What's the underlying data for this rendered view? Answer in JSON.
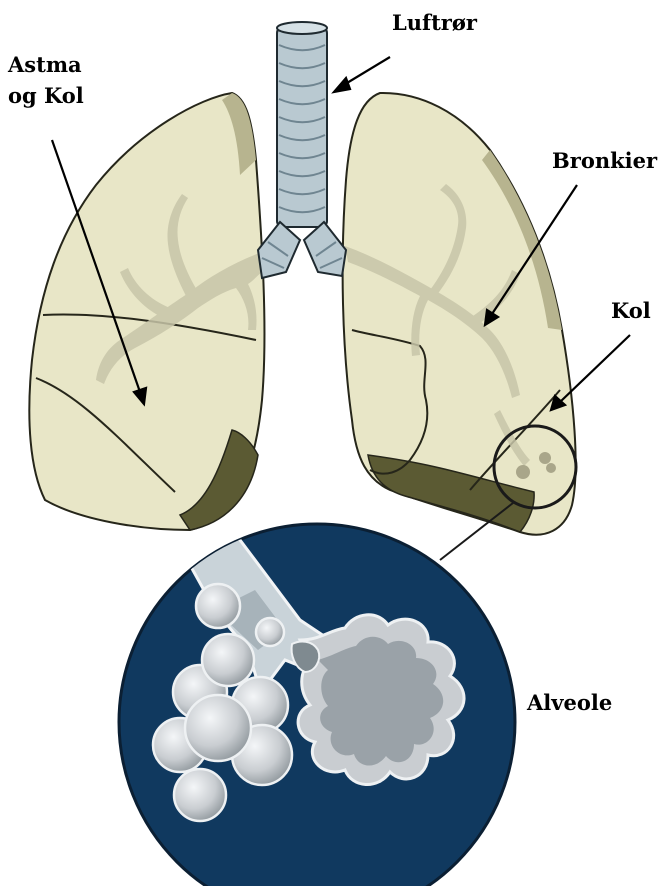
{
  "labels": {
    "trachea": "Luftrør",
    "asthma_line1": "Astma",
    "asthma_line2": "og Kol",
    "bronchi": "Bronkier",
    "copd": "Kol",
    "alveole": "Alveole"
  },
  "colors": {
    "lung_fill": "#e8e6c7",
    "lung_shadow": "#b7b48f",
    "lung_dark": "#5b5a33",
    "bronchi_tree": "#c7c4a8",
    "trachea": "#b9c9d1",
    "trachea_dark": "#8ea3ae",
    "inset_bg": "#10395f",
    "alveolus": "#c9cdd1",
    "alveolus_inner": "#9aa2a8"
  },
  "icons": [
    "lungs-illustration",
    "magnifier-circle",
    "alveoli-cluster",
    "alveolus-sac"
  ]
}
